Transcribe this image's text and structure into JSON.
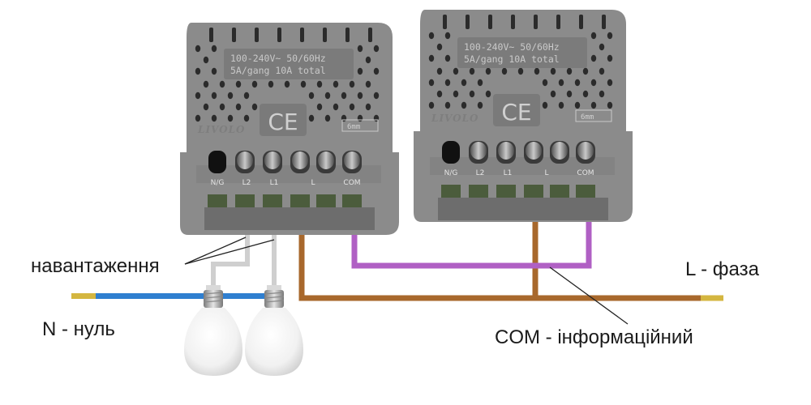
{
  "switch_left": {
    "rating_line1": "100-240V~ 50/60Hz",
    "rating_line2": "5A/gang 10A total",
    "brand": "LIVOLO",
    "ce_mark": "CE",
    "strip_length": "6mm",
    "terminals": [
      "N/G",
      "L2",
      "L1",
      "L",
      "COM"
    ]
  },
  "switch_right": {
    "rating_line1": "100-240V~ 50/60Hz",
    "rating_line2": "5A/gang 10A total",
    "brand": "LIVOLO",
    "ce_mark": "CE",
    "strip_length": "6mm",
    "terminals": [
      "N/G",
      "L2",
      "L1",
      "L",
      "COM"
    ]
  },
  "labels": {
    "load": "навантаження",
    "neutral": "N -  нуль",
    "phase": "L - фаза",
    "com": "COM - інформаційний"
  },
  "colors": {
    "neutral_wire": "#2f7fd0",
    "phase_wire": "#a8682c",
    "com_wire": "#b060c4",
    "load_wire": "#cfcfcf",
    "device_body": "#8b8b8b"
  }
}
